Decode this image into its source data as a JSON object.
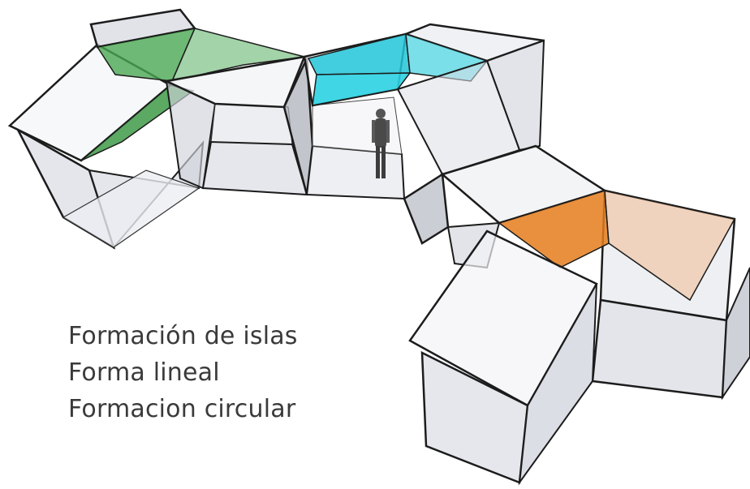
{
  "caption": {
    "lines": [
      "Formación de islas",
      "Forma lineal",
      "Formacion circular"
    ]
  },
  "colors": {
    "outline": "#1c1c1c",
    "glass": "#c9cdd6",
    "glass_light": "#e8eaef",
    "green_panel": "#3f9a49",
    "cyan_panel": "#22c6d8",
    "orange_panel": "#e57c1c",
    "text": "#3a3a3a"
  },
  "icons": {
    "person_figure": "standing-person-silhouette"
  }
}
